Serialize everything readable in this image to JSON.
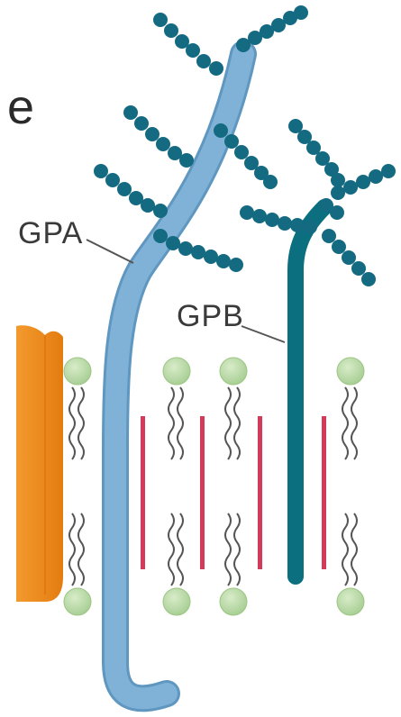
{
  "labels": {
    "partial_text": "e",
    "gpa": "GPA",
    "gpb": "GPB"
  },
  "colors": {
    "gpa_protein": "#7fb2d6",
    "gpa_protein_edge": "#5f97c0",
    "gpb_protein": "#0b6f7f",
    "glycan_beads": "#146a80",
    "orange_protein": "#f08a1c",
    "lipid_head": "#b7d9a3",
    "lipid_tail": "#555555",
    "cholesterol": "#d43b5a"
  },
  "icons": {
    "gpa": "glycophorin-a-protein-icon",
    "gpb": "glycophorin-b-protein-icon",
    "membrane_protein": "membrane-protein-icon",
    "phospholipid": "phospholipid-icon",
    "cholesterol": "cholesterol-icon",
    "glycan": "glycan-chain-icon"
  }
}
